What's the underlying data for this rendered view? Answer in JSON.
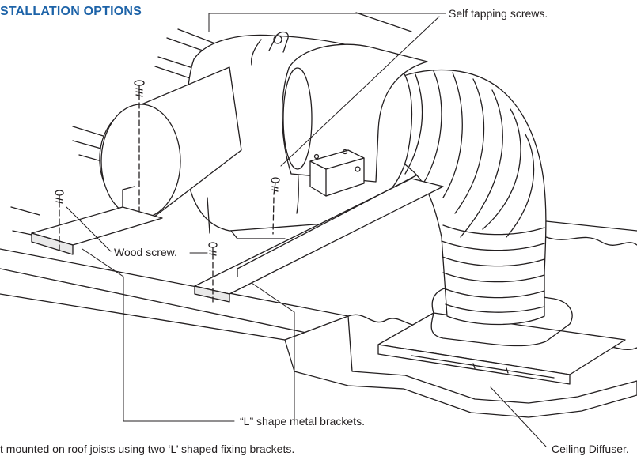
{
  "heading": "STALLATION OPTIONS",
  "labels": {
    "self_tapping": "Self tapping screws.",
    "wood_screw": "Wood screw.",
    "brackets": "“L” shape metal brackets.",
    "caption": "t mounted on roof joists using two ‘L’ shaped fixing brackets.",
    "ceiling_diffuser": "Ceiling Diffuser."
  },
  "colors": {
    "heading": "#1d63a8",
    "line": "#231f20",
    "fill": "#ffffff",
    "shade": "#e9e9e9"
  }
}
